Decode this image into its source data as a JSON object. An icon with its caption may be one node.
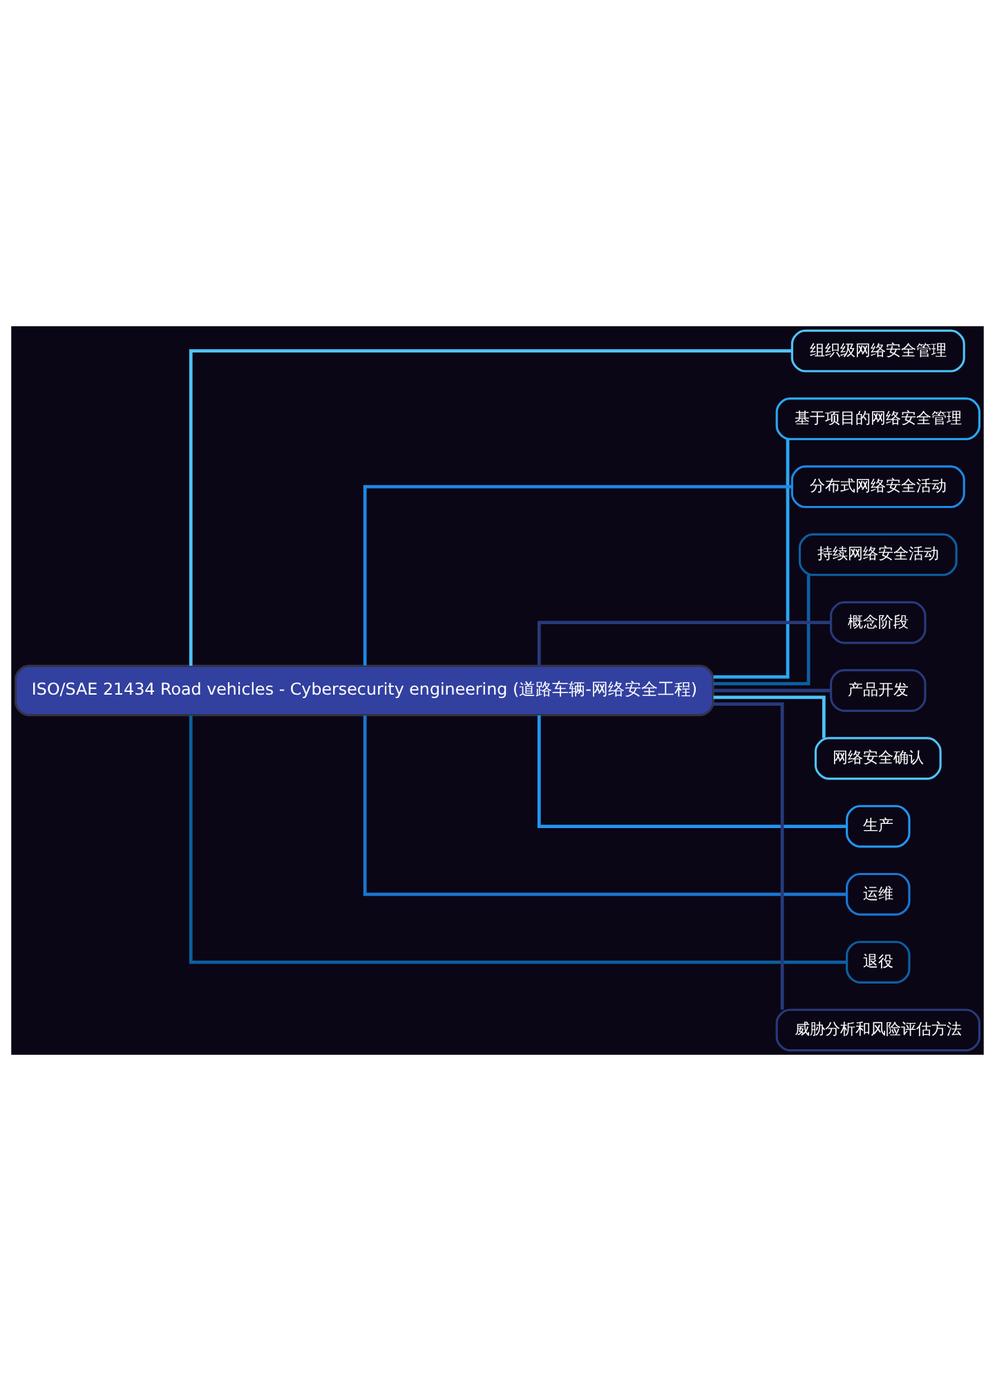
{
  "diagram": {
    "nodes": [
      {
        "text": [
          "ISO/SAE 21434 Road vehicles - Cybersecurity engineering (道路车辆-网络安全工程)"
        ]
      },
      {
        "text": [
          "组织级网络安全管理"
        ]
      },
      {
        "text": [
          "基于项目的网络安全管理"
        ]
      },
      {
        "text": [
          "分布式网络安全活动"
        ]
      },
      {
        "text": [
          "持续网络安全活动"
        ]
      },
      {
        "text": [
          "概念阶段"
        ]
      },
      {
        "text": [
          "产品开发"
        ]
      },
      {
        "text": [
          "网络安全确认"
        ]
      },
      {
        "text": [
          "生产"
        ]
      },
      {
        "text": [
          "运维"
        ]
      },
      {
        "text": [
          "退役"
        ]
      },
      {
        "text": [
          "威胁分析和风险评估方法"
        ]
      }
    ],
    "edges": [
      {
        "from": 0,
        "to": 1,
        "arrow": "none",
        "color": "#4fc3f7"
      },
      {
        "from": 0,
        "to": 2,
        "arrow": "none",
        "color": "#2aa8f2"
      },
      {
        "from": 0,
        "to": 3,
        "arrow": "none",
        "color": "#1e88e5"
      },
      {
        "from": 0,
        "to": 4,
        "arrow": "none",
        "color": "#0d5fa0"
      },
      {
        "from": 0,
        "to": 5,
        "arrow": "none",
        "color": "#283a7a"
      },
      {
        "from": 0,
        "to": 6,
        "arrow": "none",
        "color": "#283a7a"
      },
      {
        "from": 0,
        "to": 7,
        "arrow": "none",
        "color": "#4fc3f7"
      },
      {
        "from": 0,
        "to": 8,
        "arrow": "none",
        "color": "#2196f3"
      },
      {
        "from": 0,
        "to": 9,
        "arrow": "none",
        "color": "#1976d2"
      },
      {
        "from": 0,
        "to": 10,
        "arrow": "none",
        "color": "#0d5fa0"
      },
      {
        "from": 0,
        "to": 11,
        "arrow": "none",
        "color": "#283a7a"
      }
    ]
  }
}
